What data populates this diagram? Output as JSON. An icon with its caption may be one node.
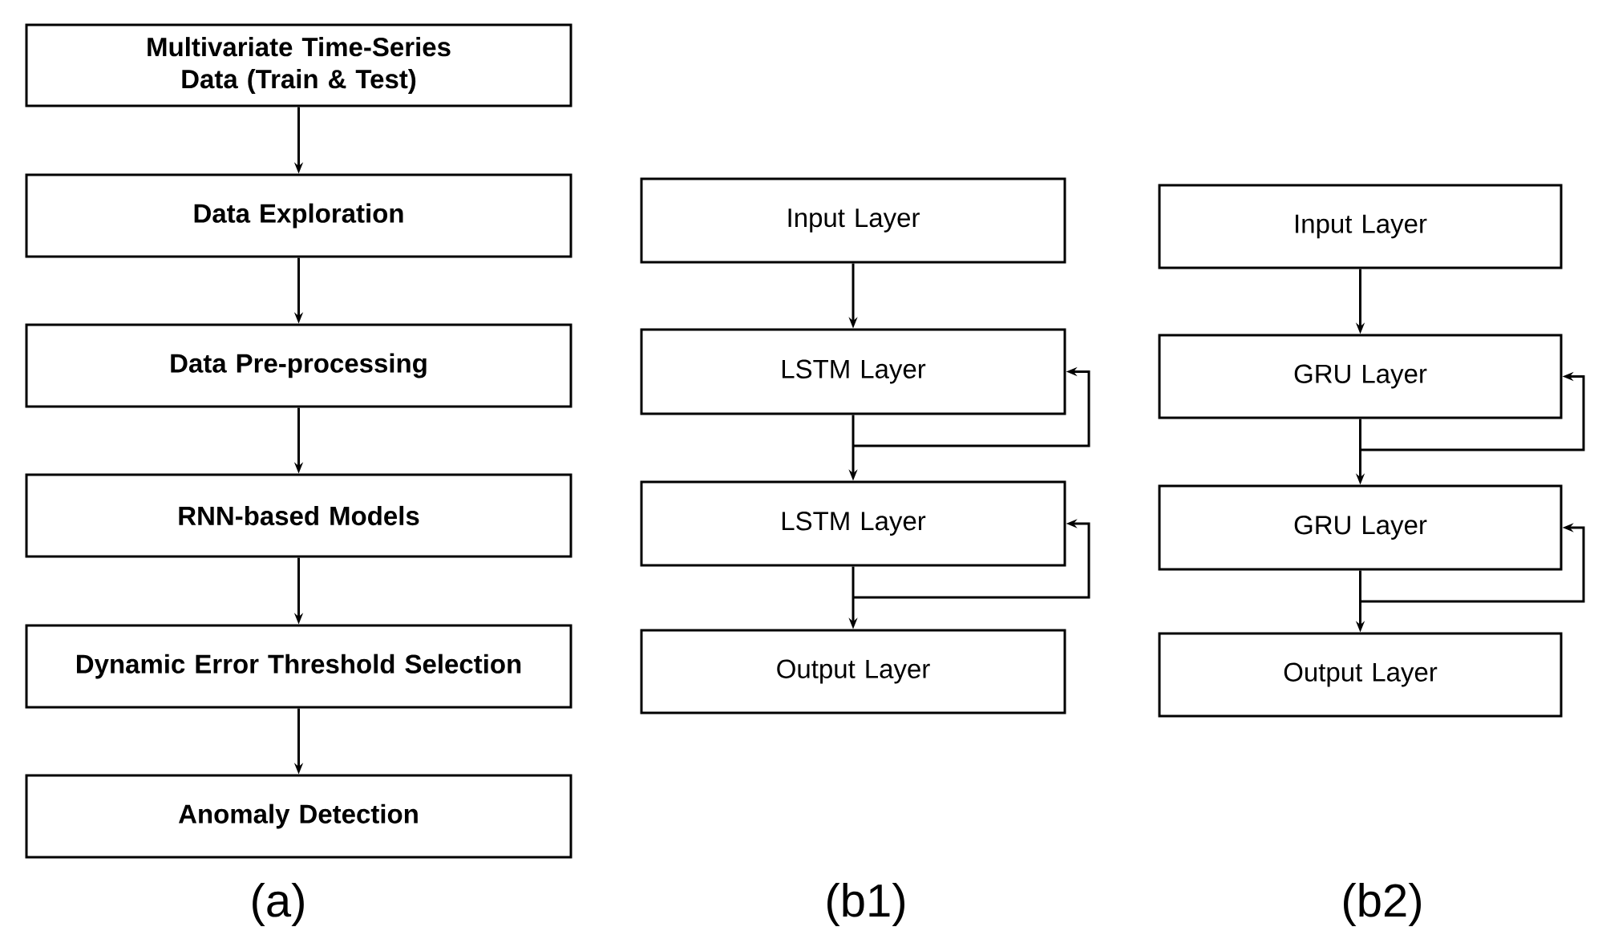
{
  "diagram": {
    "nodes": [
      {
        "text": [
          "Multivariate Time-Series Data (Train & Test)"
        ]
      },
      {
        "text": [
          "Data Exploration"
        ]
      },
      {
        "text": [
          "Data Pre-processing"
        ]
      },
      {
        "text": [
          "RNN-based Models"
        ]
      },
      {
        "text": [
          "Dynamic Error Threshold Selection"
        ]
      },
      {
        "text": [
          "Anomaly Detection"
        ]
      },
      {
        "text": [
          "Input Layer"
        ]
      },
      {
        "text": [
          "LSTM Layer"
        ]
      },
      {
        "text": [
          "LSTM Layer"
        ]
      },
      {
        "text": [
          "Output Layer"
        ]
      },
      {
        "text": [
          "Input Layer"
        ]
      },
      {
        "text": [
          "GRU Layer"
        ]
      },
      {
        "text": [
          "GRU Layer"
        ]
      },
      {
        "text": [
          "Output Layer"
        ]
      }
    ],
    "edges": [
      {
        "from": 0,
        "to": 1,
        "arrow": "to"
      },
      {
        "from": 1,
        "to": 2,
        "arrow": "to"
      },
      {
        "from": 2,
        "to": 3,
        "arrow": "to"
      },
      {
        "from": 3,
        "to": 4,
        "arrow": "to"
      },
      {
        "from": 4,
        "to": 5,
        "arrow": "to"
      },
      {
        "from": 6,
        "to": 7,
        "arrow": "to"
      },
      {
        "from": 7,
        "to": 8,
        "arrow": "to"
      },
      {
        "from": 7,
        "to": 7,
        "arrow": "to"
      },
      {
        "from": 8,
        "to": 9,
        "arrow": "to"
      },
      {
        "from": 8,
        "to": 8,
        "arrow": "to"
      },
      {
        "from": 10,
        "to": 11,
        "arrow": "to"
      },
      {
        "from": 11,
        "to": 12,
        "arrow": "to"
      },
      {
        "from": 11,
        "to": 11,
        "arrow": "to"
      },
      {
        "from": 12,
        "to": 13,
        "arrow": "to"
      },
      {
        "from": 12,
        "to": 12,
        "arrow": "to"
      }
    ],
    "labels": [
      "(a)",
      "(b1)",
      "(b2)"
    ]
  }
}
